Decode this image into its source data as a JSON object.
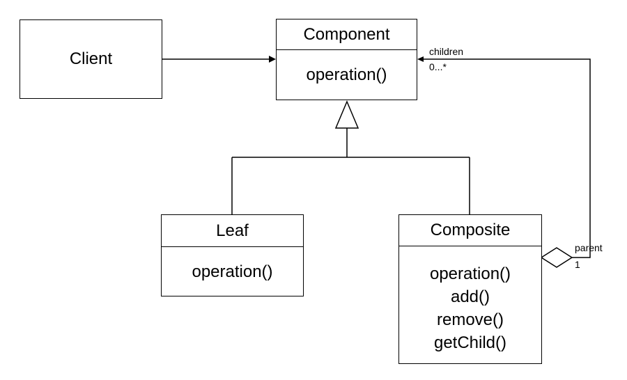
{
  "client": {
    "label": "Client"
  },
  "component": {
    "name": "Component",
    "operations": [
      "operation()"
    ]
  },
  "leaf": {
    "name": "Leaf",
    "operations": [
      "operation()"
    ]
  },
  "composite": {
    "name": "Composite",
    "operations": [
      "operation()",
      "add()",
      "remove()",
      "getChild()"
    ]
  },
  "association": {
    "children_role": "children",
    "children_multiplicity": "0...*",
    "parent_role": "parent",
    "parent_multiplicity": "1"
  }
}
